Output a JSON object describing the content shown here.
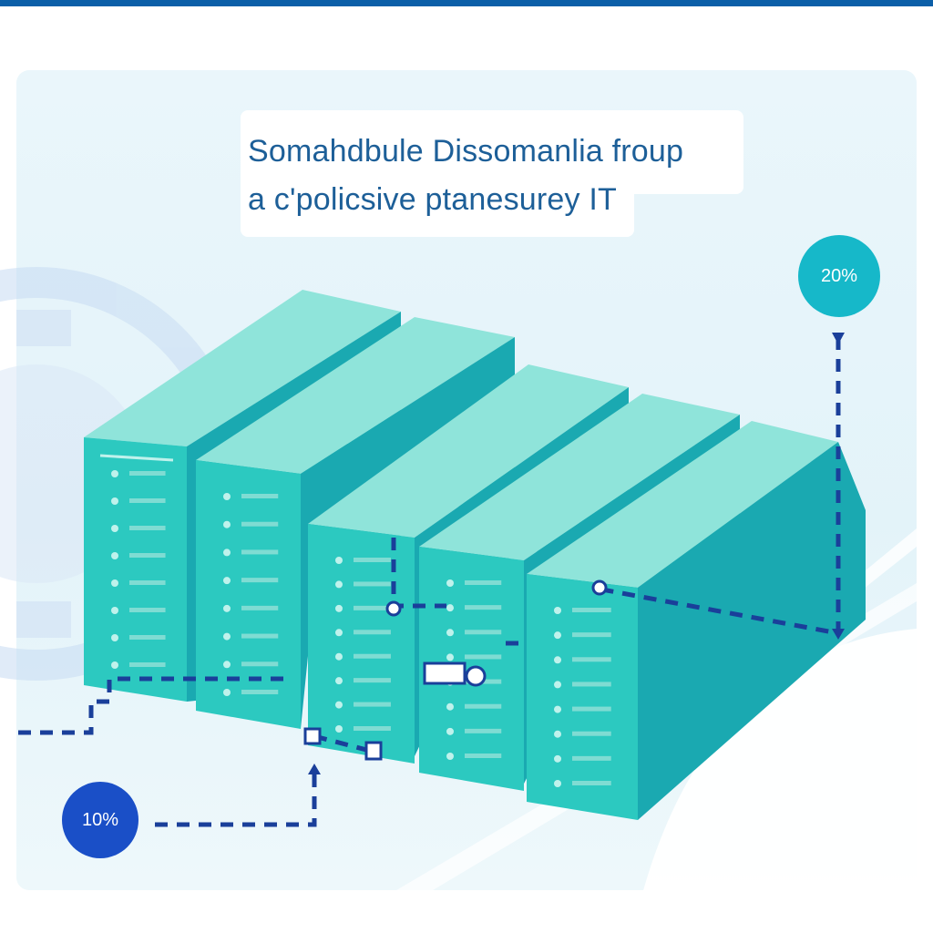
{
  "title": {
    "line1": "Somahdbule Dissomanlia froup",
    "line2": "a c'policsive ptanesurey IT"
  },
  "badges": {
    "top_right": "20%",
    "bottom_left": "10%"
  },
  "colors": {
    "header_bar": "#0b5fa8",
    "server_front": "#2cc9c0",
    "server_top": "#8fe4da",
    "server_side": "#1aa9b1",
    "connector": "#1a3f9a",
    "badge_top": "#16b8c9",
    "badge_bottom": "#1a4fc7",
    "title_text": "#1d5f98"
  },
  "servers": [
    {
      "id": "server-1"
    },
    {
      "id": "server-2"
    },
    {
      "id": "server-3"
    },
    {
      "id": "server-4"
    },
    {
      "id": "server-5"
    }
  ]
}
